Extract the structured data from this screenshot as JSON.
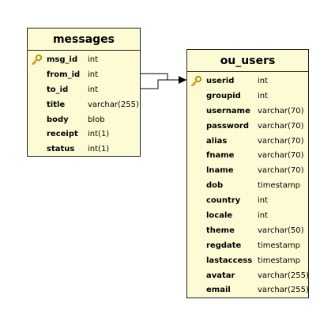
{
  "tables": [
    {
      "id": "messages",
      "title": "messages",
      "columns": [
        {
          "name": "msg_id",
          "type": "int",
          "primary_key": true
        },
        {
          "name": "from_id",
          "type": "int"
        },
        {
          "name": "to_id",
          "type": "int"
        },
        {
          "name": "title",
          "type": "varchar(255)"
        },
        {
          "name": "body",
          "type": "blob"
        },
        {
          "name": "receipt",
          "type": "int(1)"
        },
        {
          "name": "status",
          "type": "int(1)"
        }
      ]
    },
    {
      "id": "ou_users",
      "title": "ou_users",
      "columns": [
        {
          "name": "userid",
          "type": "int",
          "primary_key": true
        },
        {
          "name": "groupid",
          "type": "int"
        },
        {
          "name": "username",
          "type": "varchar(70)"
        },
        {
          "name": "password",
          "type": "varchar(70)"
        },
        {
          "name": "alias",
          "type": "varchar(70)"
        },
        {
          "name": "fname",
          "type": "varchar(70)"
        },
        {
          "name": "lname",
          "type": "varchar(70)"
        },
        {
          "name": "dob",
          "type": "timestamp"
        },
        {
          "name": "country",
          "type": "int"
        },
        {
          "name": "locale",
          "type": "int"
        },
        {
          "name": "theme",
          "type": "varchar(50)"
        },
        {
          "name": "regdate",
          "type": "timestamp"
        },
        {
          "name": "lastaccess",
          "type": "timestamp"
        },
        {
          "name": "avatar",
          "type": "varchar(255)"
        },
        {
          "name": "email",
          "type": "varchar(255)"
        }
      ]
    }
  ],
  "relations": [
    {
      "from": "messages.from_id",
      "to": "ou_users.userid"
    },
    {
      "from": "messages.to_id",
      "to": "ou_users.userid"
    }
  ],
  "colors": {
    "table_fill": "#fdfbd4",
    "border": "#222222",
    "key_icon": "#d4a21c"
  }
}
